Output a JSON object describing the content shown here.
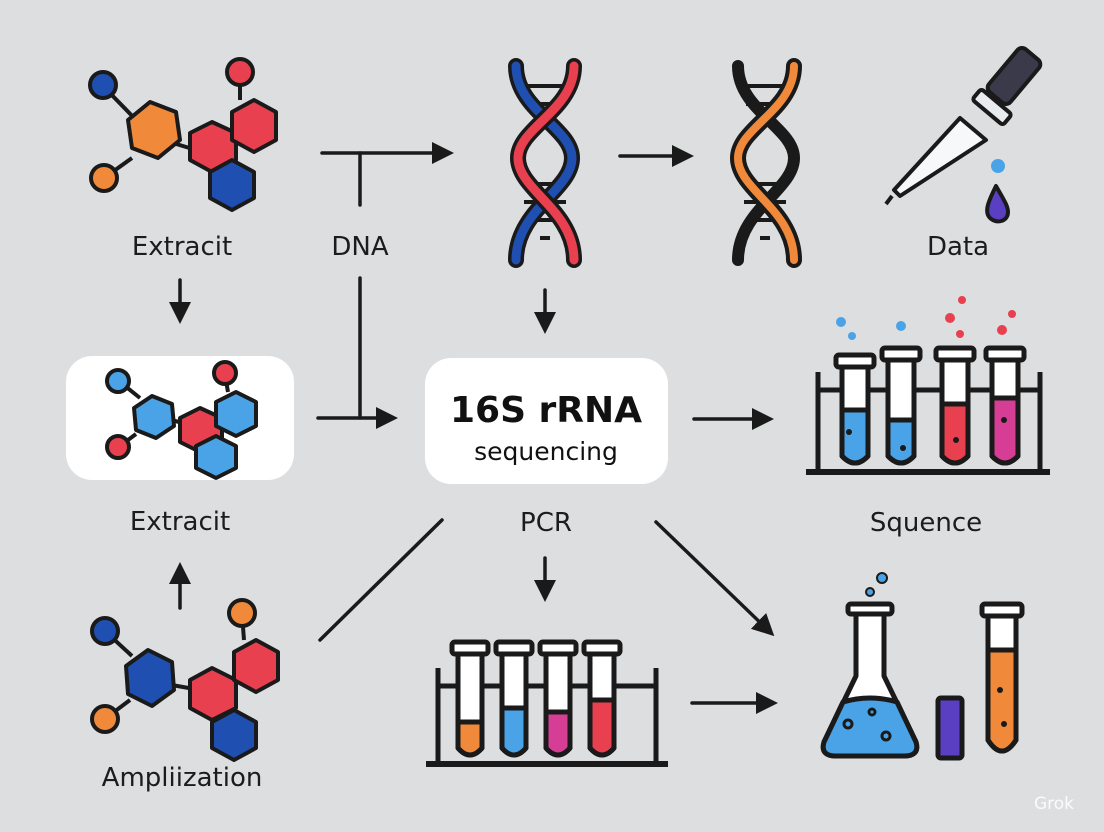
{
  "labels": {
    "extracit_top": "Extracit",
    "dna": "DNA",
    "data": "Data",
    "extracit_mid": "Extracit",
    "pcr": "PCR",
    "squence": "Squence",
    "amplification": "Ampliization"
  },
  "center": {
    "title": "16S rRNA",
    "subtitle": "sequencing"
  },
  "watermark": "Grok",
  "colors": {
    "background": "#dcdee0",
    "red": "#e8404f",
    "blue": "#1f4fb0",
    "light_blue": "#4aa3e6",
    "orange": "#f08a3a",
    "magenta": "#d63e96",
    "purple": "#5b3fc2",
    "outline": "#1a1a1a"
  },
  "icons": [
    "molecule-icon",
    "dna-helix-icon",
    "pipette-icon",
    "test-tube-rack-icon",
    "flask-icon",
    "test-tube-icon"
  ]
}
